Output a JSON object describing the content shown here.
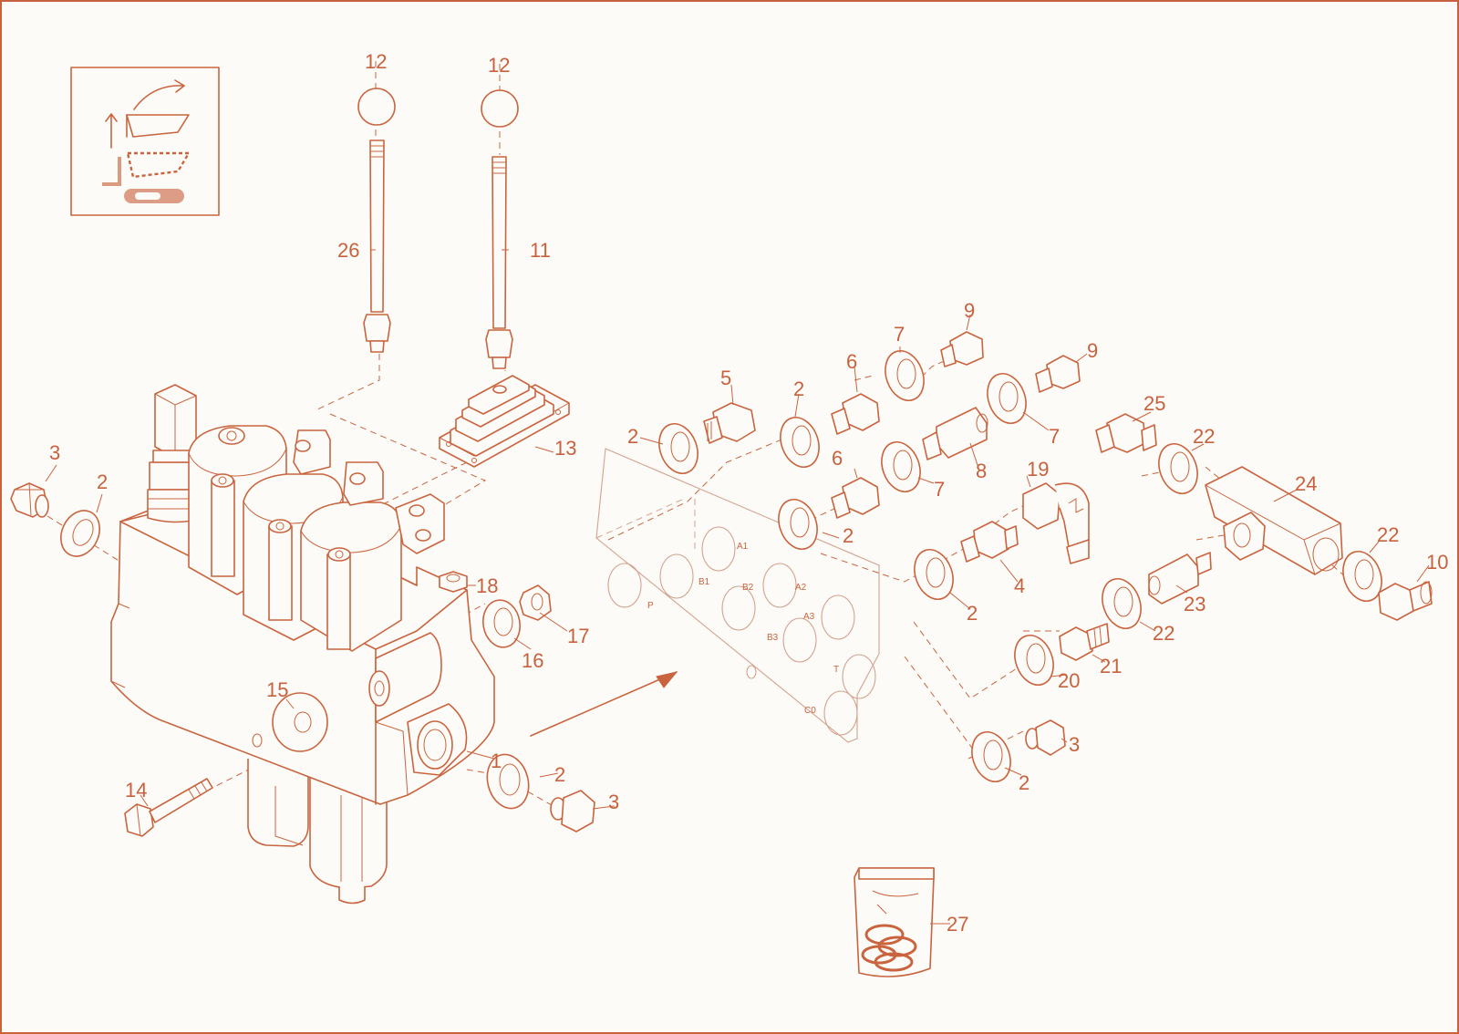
{
  "diagram": {
    "callouts": [
      "1",
      "2",
      "3",
      "4",
      "5",
      "6",
      "7",
      "8",
      "9",
      "10",
      "11",
      "12",
      "13",
      "14",
      "15",
      "16",
      "17",
      "18",
      "19",
      "20",
      "21",
      "22",
      "23",
      "24",
      "25",
      "26",
      "27"
    ],
    "port_labels": [
      "P",
      "B1",
      "A1",
      "B2",
      "A2",
      "A3",
      "B3",
      "T",
      "C0"
    ]
  },
  "icons": {
    "badge": "loader-bucket-lift-icon"
  },
  "colors": {
    "line": "#c9643f",
    "background": "#fdfbf7",
    "border": "#c8613d"
  }
}
